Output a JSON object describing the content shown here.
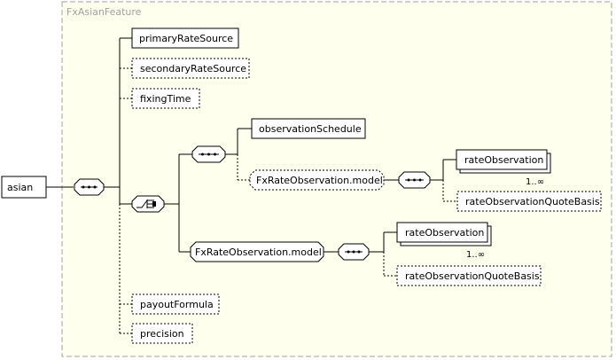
{
  "group": {
    "title": "FxAsianFeature",
    "fill": "#ffffee",
    "stroke": "#a0a0a0"
  },
  "root": {
    "label": "asian"
  },
  "elements": {
    "primaryRateSource": "primaryRateSource",
    "secondaryRateSource": "secondaryRateSource",
    "fixingTime": "fixingTime",
    "observationSchedule": "observationSchedule",
    "fxRateObservationModelOptional": "FxRateObservation.model",
    "rateObservation1": "rateObservation",
    "rateObservationQuoteBasis1": "rateObservationQuoteBasis",
    "fxRateObservationModel": "FxRateObservation.model",
    "rateObservation2": "rateObservation",
    "rateObservationQuoteBasis2": "rateObservationQuoteBasis",
    "payoutFormula": "payoutFormula",
    "precision": "precision"
  },
  "cardinality": {
    "rateObservation1": "1..∞",
    "rateObservation2": "1..∞"
  },
  "colors": {
    "line": "#000000",
    "compositor": "#ffffff",
    "group_border": "#a0a0a0"
  },
  "icons": {
    "sequence": "sequence-compositor-icon",
    "choice": "choice-compositor-icon"
  }
}
